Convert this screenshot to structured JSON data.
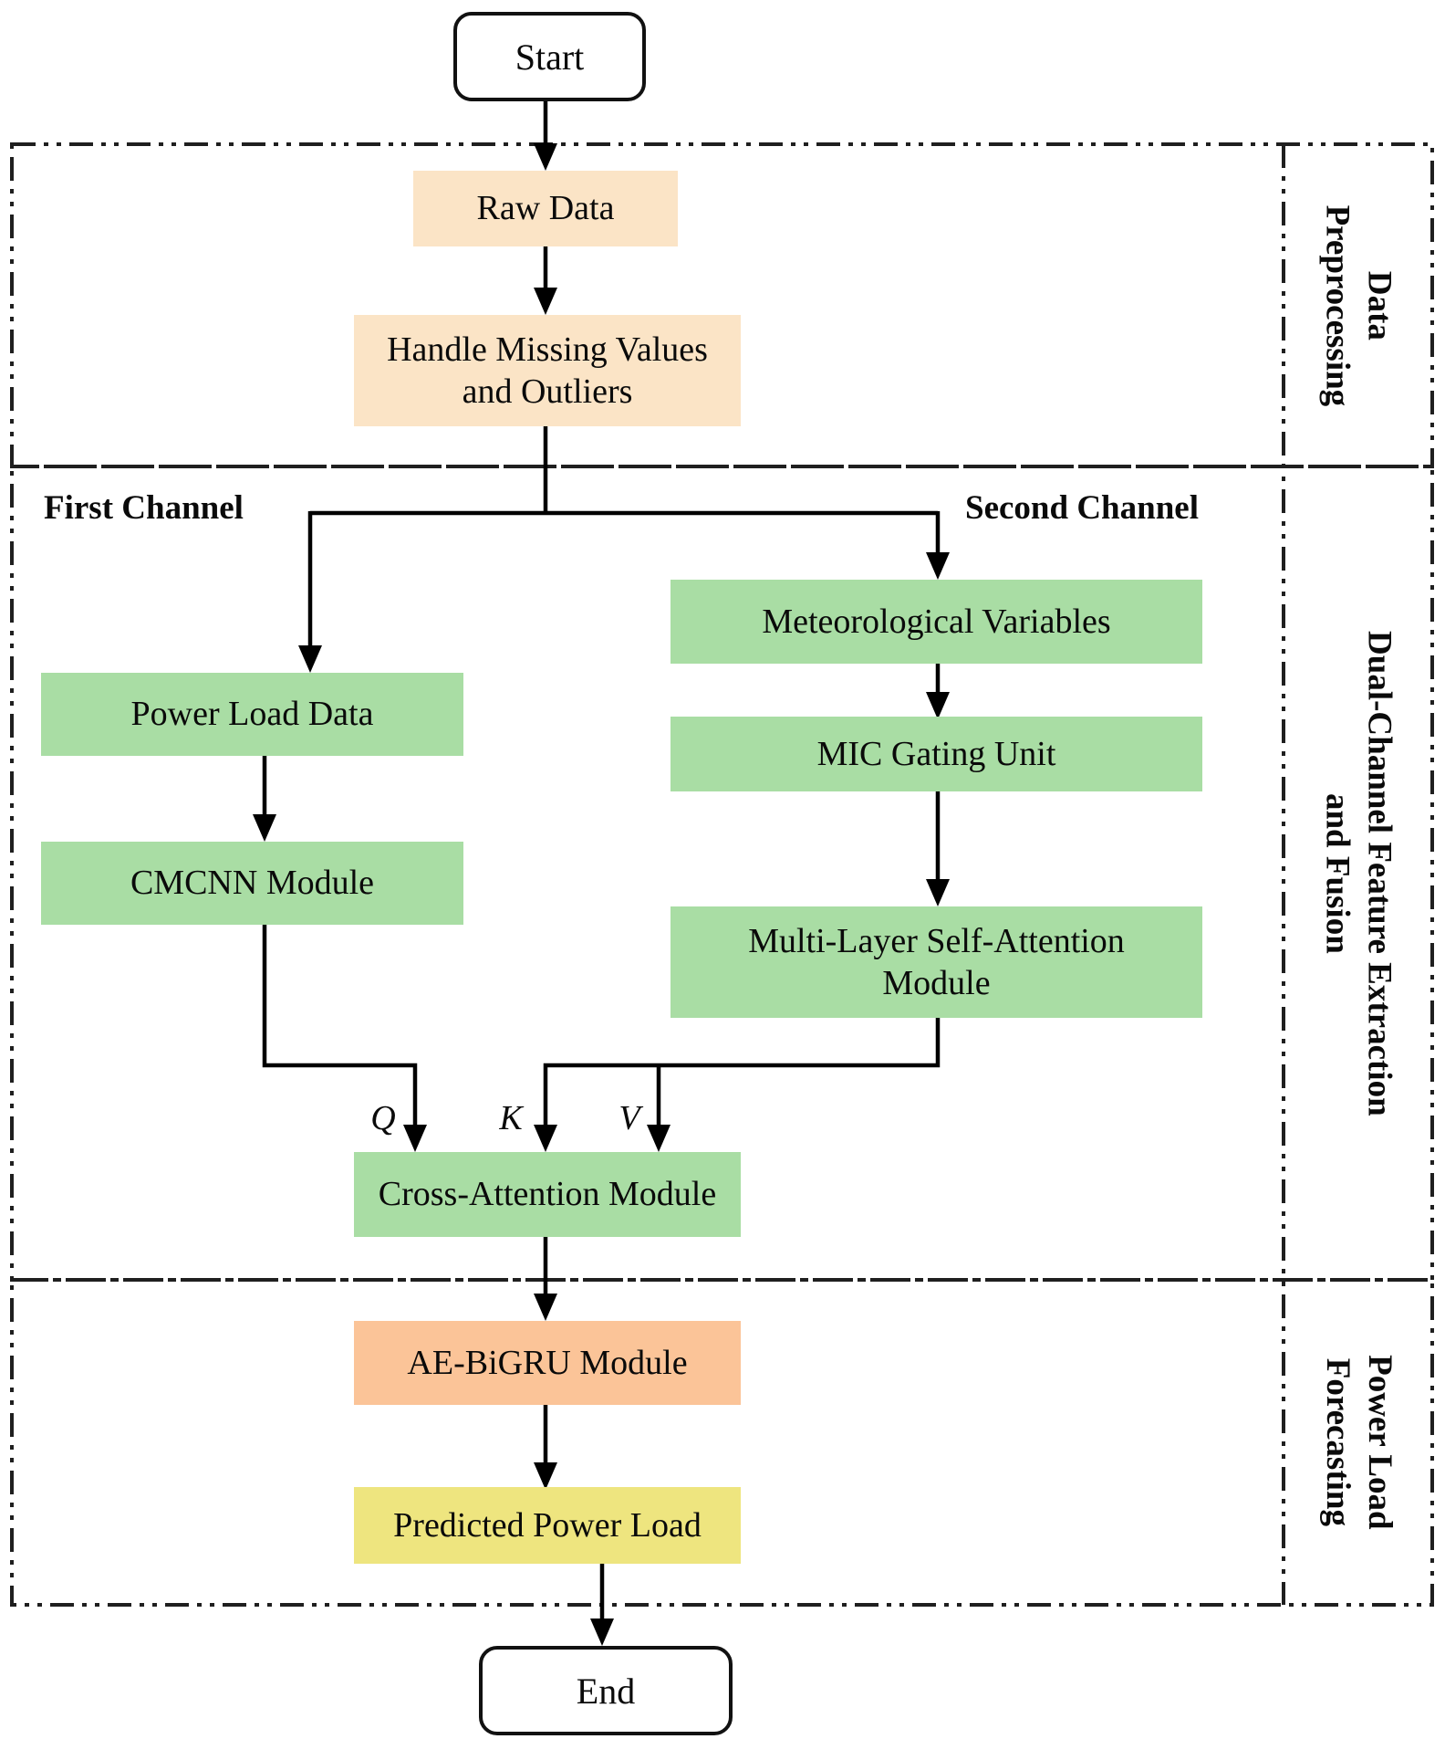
{
  "diagram": {
    "terminals": {
      "start": "Start",
      "end": "End"
    },
    "nodes": {
      "raw_data": {
        "lines": [
          "Raw Data"
        ]
      },
      "handle_missing": {
        "lines": [
          "Handle Missing Values",
          "and Outliers"
        ]
      },
      "power_load_data": {
        "lines": [
          "Power Load Data"
        ]
      },
      "cmcnn": {
        "lines": [
          "CMCNN Module"
        ]
      },
      "meteorological_variables": {
        "lines": [
          "Meteorological Variables"
        ]
      },
      "mic_gating_unit": {
        "lines": [
          "MIC Gating Unit"
        ]
      },
      "multilayer_self_attention": {
        "lines": [
          "Multi-Layer Self-Attention",
          "Module"
        ]
      },
      "cross_attention": {
        "lines": [
          "Cross-Attention Module"
        ]
      },
      "ae_bigru": {
        "lines": [
          "AE-BiGRU Module"
        ]
      },
      "predicted_power_load": {
        "lines": [
          "Predicted Power Load"
        ]
      }
    },
    "channels": {
      "first": "First Channel",
      "second": "Second Channel"
    },
    "edge_labels": {
      "q": "Q",
      "k": "K",
      "v": "V"
    },
    "sections": [
      {
        "label_lines": [
          "Data",
          "Preprocessing"
        ]
      },
      {
        "label_lines": [
          "Dual-Channel Feature Extraction",
          "and Fusion"
        ]
      },
      {
        "label_lines": [
          "Power Load",
          "Forecasting"
        ]
      }
    ],
    "colors": {
      "preprocessing_box": "#FBE4C6",
      "feature_box": "#A9DDA4",
      "forecast_box": "#FBC498",
      "output_box": "#EEE57F",
      "terminal_box": "#FFFFFF",
      "line": "#000000"
    }
  }
}
